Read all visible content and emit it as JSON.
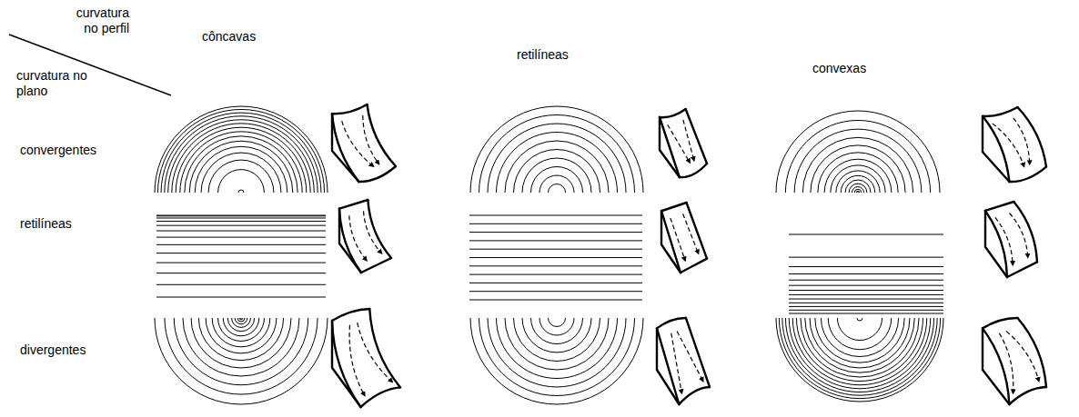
{
  "diagram": {
    "labels": [
      "curvatura no perfil",
      "curvatura no plano",
      "côncavas",
      "retilíneas",
      "convexas",
      "convergentes",
      "retilíneas",
      "divergentes"
    ]
  }
}
